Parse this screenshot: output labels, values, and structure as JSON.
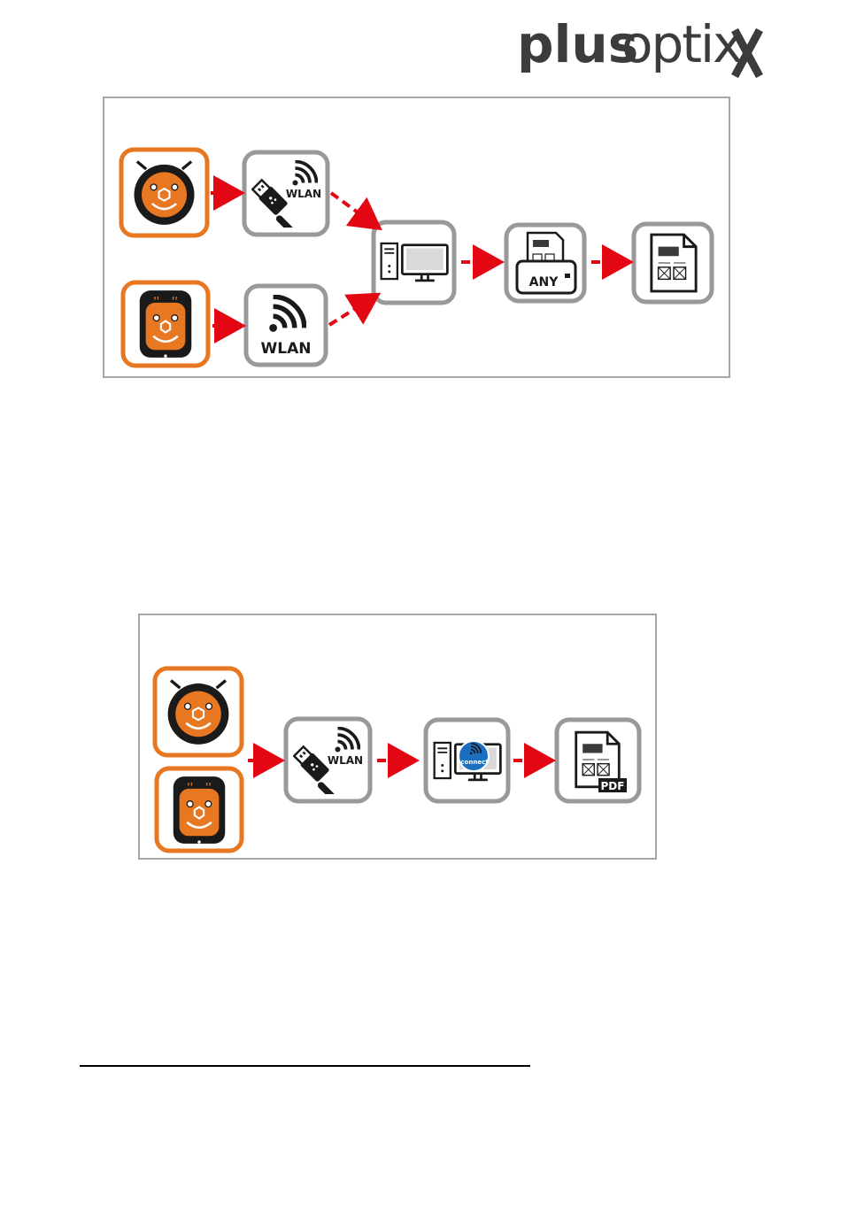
{
  "logo": {
    "text_bold": "plus",
    "text_light": "optix"
  },
  "diagram1": {
    "labels": {
      "wlan_top": "WLAN",
      "wlan_bottom": "WLAN",
      "printer": "ANY"
    }
  },
  "diagram2": {
    "labels": {
      "wlan": "WLAN",
      "xconnect": "connect",
      "pdf": "PDF"
    }
  },
  "colors": {
    "orange": "#e87722",
    "gray_border": "#999999",
    "arrow_red": "#e30613",
    "frame_gray": "#a6a6a6"
  }
}
